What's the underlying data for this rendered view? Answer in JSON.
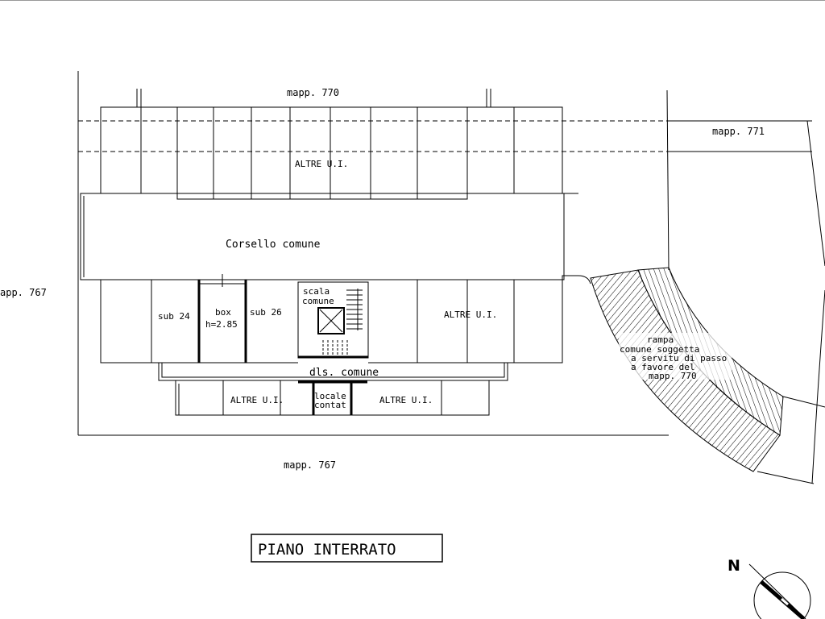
{
  "plan": {
    "title": "PIANO INTERRATO",
    "parcels": {
      "north": "mapp. 770",
      "north_east": "mapp. 771",
      "west": "app. 767",
      "south": "mapp. 767"
    },
    "rooms": {
      "upper_block": "ALTRE U.I.",
      "corridor": "Corsello comune",
      "sub24": "sub 24",
      "box_line1": "box",
      "box_line2": "h=2.85",
      "sub26": "sub 26",
      "stair_line1": "scala",
      "stair_line2": "comune",
      "east_block": "ALTRE U.I.",
      "dls": "dls. comune",
      "lower_left": "ALTRE U.I.",
      "meter_line1": "locale",
      "meter_line2": "contat",
      "lower_right": "ALTRE U.I."
    },
    "ramp": {
      "line1": "rampa",
      "line2": "comune soggetta",
      "line3": "a servitu di passo",
      "line4": "a favore del",
      "line5": "mapp. 770"
    },
    "north_arrow": "N"
  }
}
